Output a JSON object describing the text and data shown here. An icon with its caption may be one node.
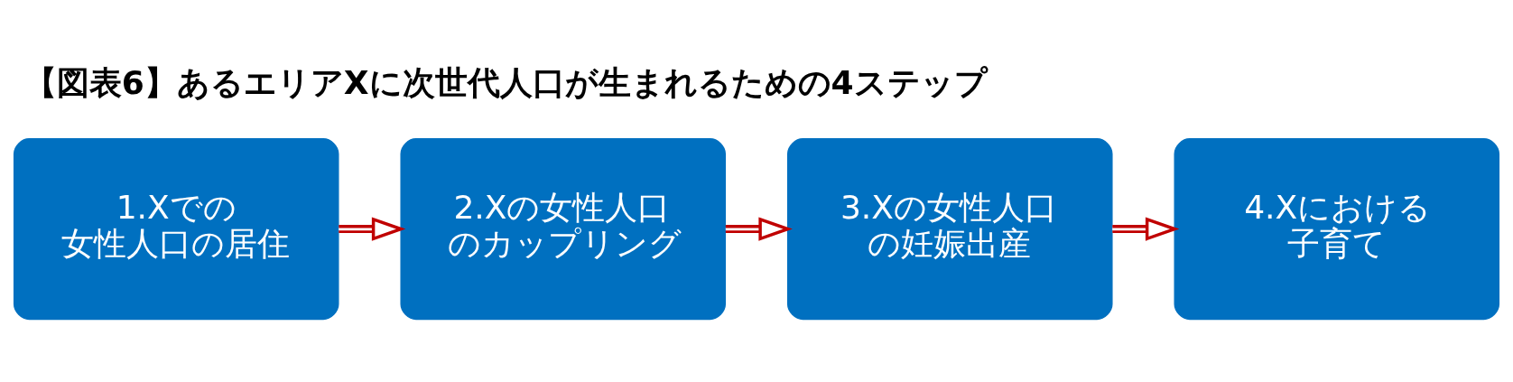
{
  "diagram": {
    "title": "【図表6】あるエリアXに次世代人口が生まれるための4ステップ",
    "nodes": [
      {
        "text": [
          "1.Xでの女性人口の居住"
        ]
      },
      {
        "text": [
          "2.Xの女性人口のカップリング"
        ]
      },
      {
        "text": [
          "3.Xの女性人口の妊娠出産"
        ]
      },
      {
        "text": [
          "4.Xにおける子育て"
        ]
      }
    ],
    "edges": [
      {
        "from": 0,
        "to": 1,
        "arrow": "to"
      },
      {
        "from": 1,
        "to": 2,
        "arrow": "to"
      },
      {
        "from": 2,
        "to": 3,
        "arrow": "to"
      }
    ]
  }
}
